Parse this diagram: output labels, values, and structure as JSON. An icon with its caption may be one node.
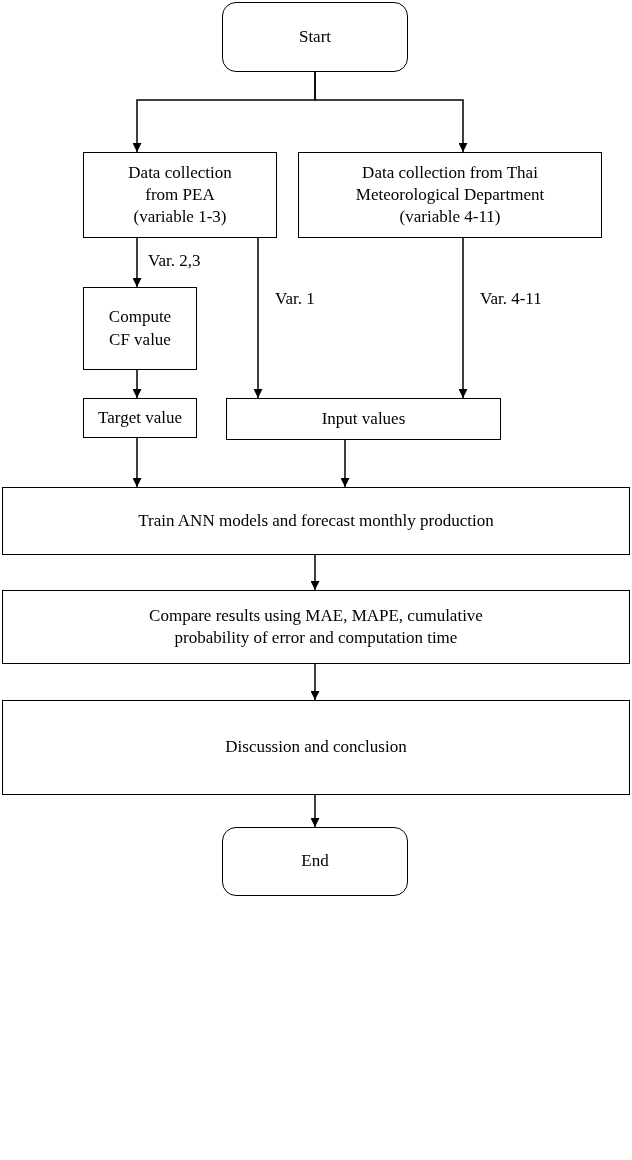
{
  "diagram": {
    "nodes": [
      {
        "text": [
          "Start"
        ]
      },
      {
        "text": [
          "Data collection from PEA (variable 1-3)"
        ]
      },
      {
        "text": [
          "Data collection from Thai Meteorological Department (variable 4-11)"
        ]
      },
      {
        "text": [
          "Compute CF value"
        ]
      },
      {
        "text": [
          "Target value"
        ]
      },
      {
        "text": [
          "Input values"
        ]
      },
      {
        "text": [
          "Train ANN models and forecast monthly production"
        ]
      },
      {
        "text": [
          "Compare results using MAE, MAPE, cumulative probability of error and computation time"
        ]
      },
      {
        "text": [
          "Discussion and conclusion"
        ]
      },
      {
        "text": [
          "End"
        ]
      }
    ],
    "edges": [
      {
        "from": 0,
        "to": 1,
        "arrow": "to"
      },
      {
        "from": 0,
        "to": 2,
        "arrow": "to"
      },
      {
        "from": 1,
        "to": 3,
        "arrow": "to",
        "label": "Var. 2,3"
      },
      {
        "from": 3,
        "to": 4,
        "arrow": "to"
      },
      {
        "from": 1,
        "to": 5,
        "arrow": "to",
        "label": "Var. 1"
      },
      {
        "from": 2,
        "to": 5,
        "arrow": "to",
        "label": "Var. 4-11"
      },
      {
        "from": 4,
        "to": 6,
        "arrow": "to"
      },
      {
        "from": 5,
        "to": 6,
        "arrow": "to"
      },
      {
        "from": 6,
        "to": 7,
        "arrow": "to"
      },
      {
        "from": 7,
        "to": 8,
        "arrow": "to"
      },
      {
        "from": 8,
        "to": 9,
        "arrow": "to"
      }
    ]
  }
}
